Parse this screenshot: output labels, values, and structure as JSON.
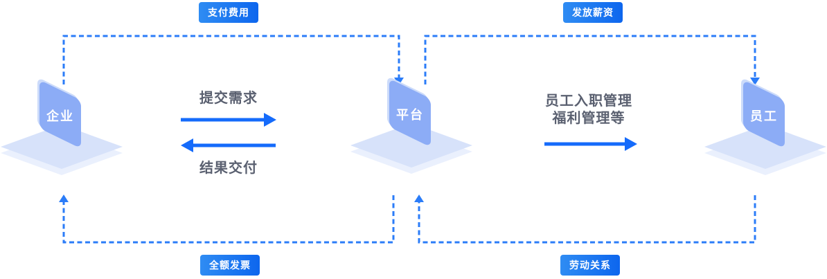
{
  "diagram": {
    "nodes": [
      {
        "id": "enterprise",
        "label": "企业"
      },
      {
        "id": "platform",
        "label": "平台"
      },
      {
        "id": "employee",
        "label": "员工"
      }
    ],
    "badges": {
      "top_left": "支付费用",
      "top_right": "发放薪资",
      "bottom_left": "全额发票",
      "bottom_right": "劳动关系"
    },
    "flows": {
      "submit_requirements": "提交需求",
      "result_delivery": "结果交付",
      "manage_line1": "员工入职管理",
      "manage_line2": "福利管理等"
    },
    "colors": {
      "dashed_line": "#2b7cf8",
      "solid_arrow": "#156bfb",
      "badge_gradient_from": "#2f8cf3",
      "badge_gradient_to": "#0d66ee",
      "card": "#8cacf6",
      "card_bevel": "#ccdbfa",
      "base_top": "#d7e2fa",
      "base_side": "#eaf0fd",
      "flow_text": "#5a6070",
      "node_text": "#ffffff"
    }
  }
}
